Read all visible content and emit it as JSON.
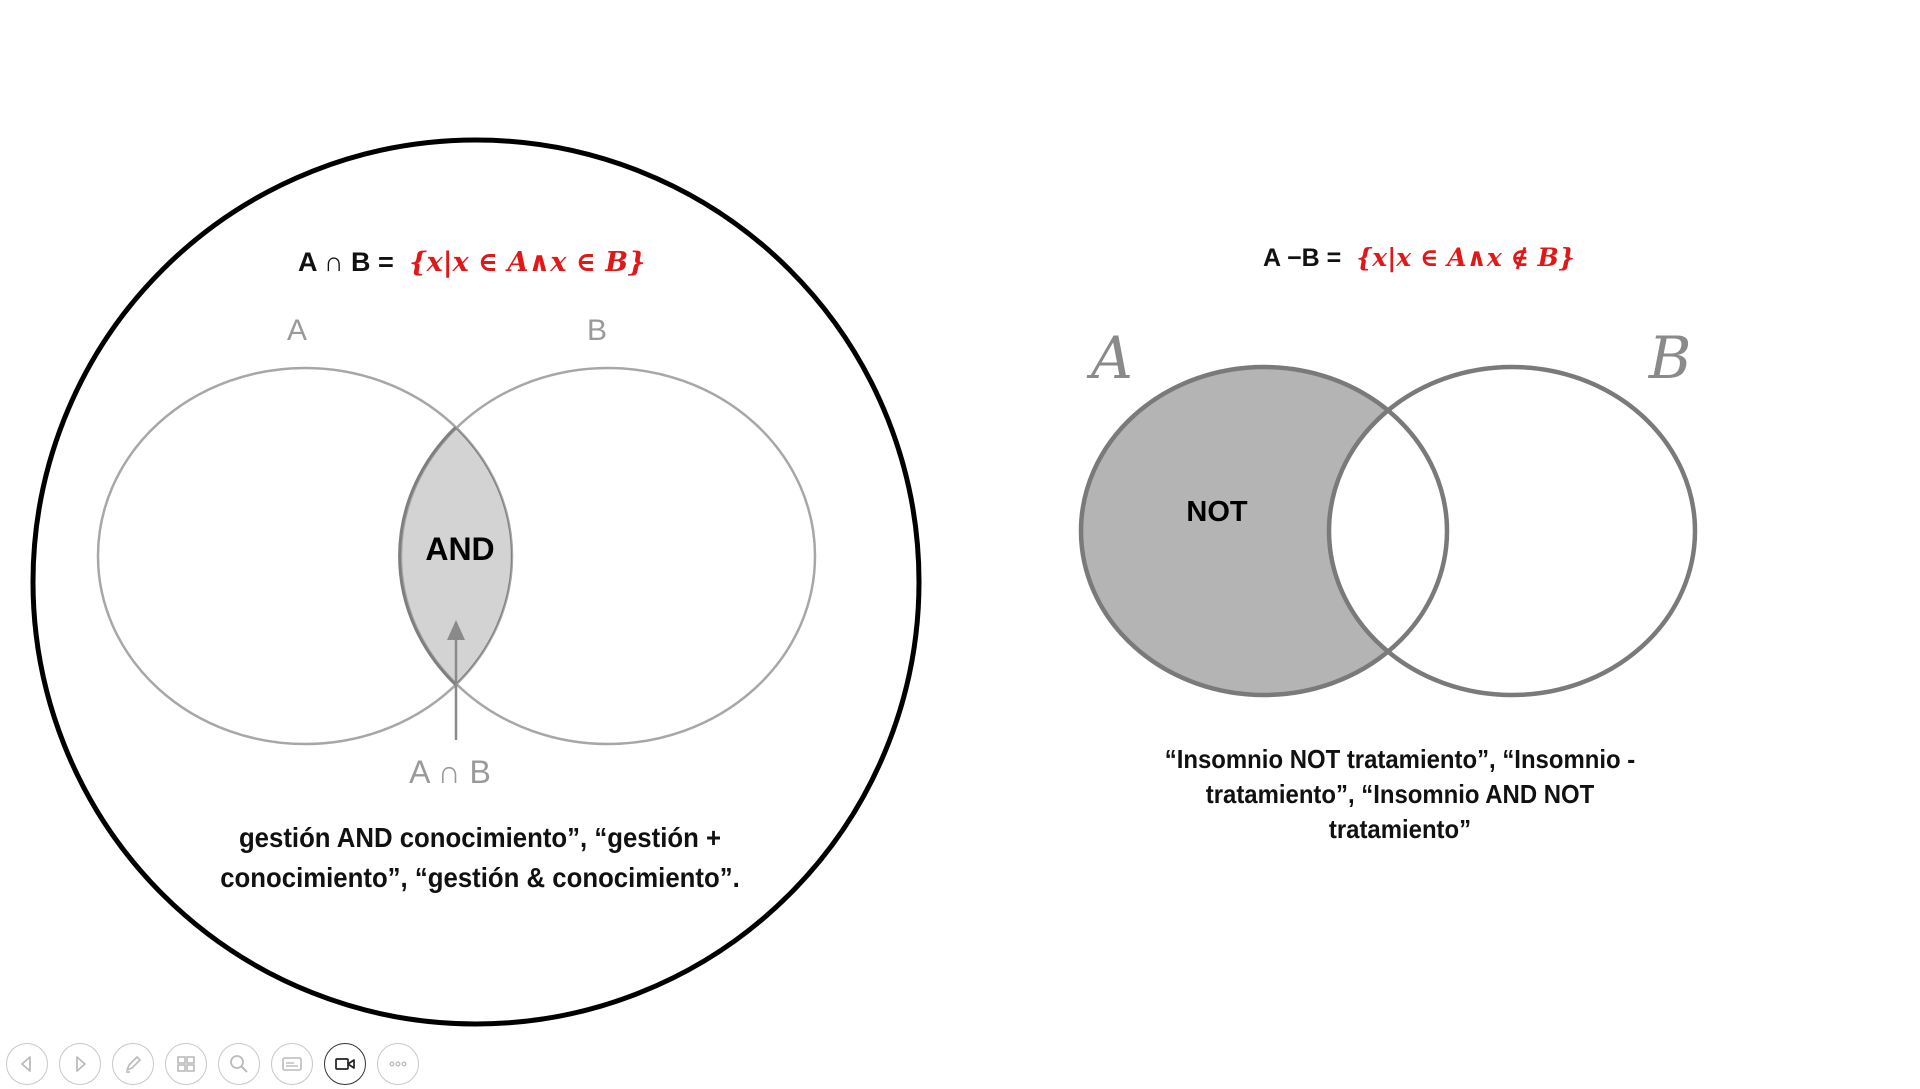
{
  "intersection": {
    "formula_lhs": "A ∩ B =",
    "formula_rhs": "{x|x ∈ A∧x ∈ B}",
    "set_a": "A",
    "set_b": "B",
    "region_label": "AND",
    "pointer_label": "A ∩ B",
    "caption_line1": "gestión AND conocimiento”, “gestión +",
    "caption_line2": "conocimiento”, “gestión & conocimiento”."
  },
  "difference": {
    "formula_lhs": "A −B =",
    "formula_rhs": "{x|x ∈ A∧x ∉ B}",
    "set_a": "A",
    "set_b": "B",
    "region_label": "NOT",
    "caption_line1": "“Insomnio NOT tratamiento”, “Insomnio -",
    "caption_line2": "tratamiento”,  “Insomnio AND NOT",
    "caption_line3": "tratamiento”"
  },
  "colors": {
    "highlight_fill": "#d3d3d3",
    "difference_fill": "#b4b4b4",
    "formula_red": "#e01818",
    "frame": "#000000"
  },
  "toolbar": {
    "buttons": [
      {
        "icon": "previous-icon"
      },
      {
        "icon": "next-icon"
      },
      {
        "icon": "pen-icon"
      },
      {
        "icon": "slides-grid-icon"
      },
      {
        "icon": "zoom-icon"
      },
      {
        "icon": "subtitles-icon"
      },
      {
        "icon": "camera-icon",
        "active": true
      },
      {
        "icon": "more-options-icon"
      }
    ]
  }
}
